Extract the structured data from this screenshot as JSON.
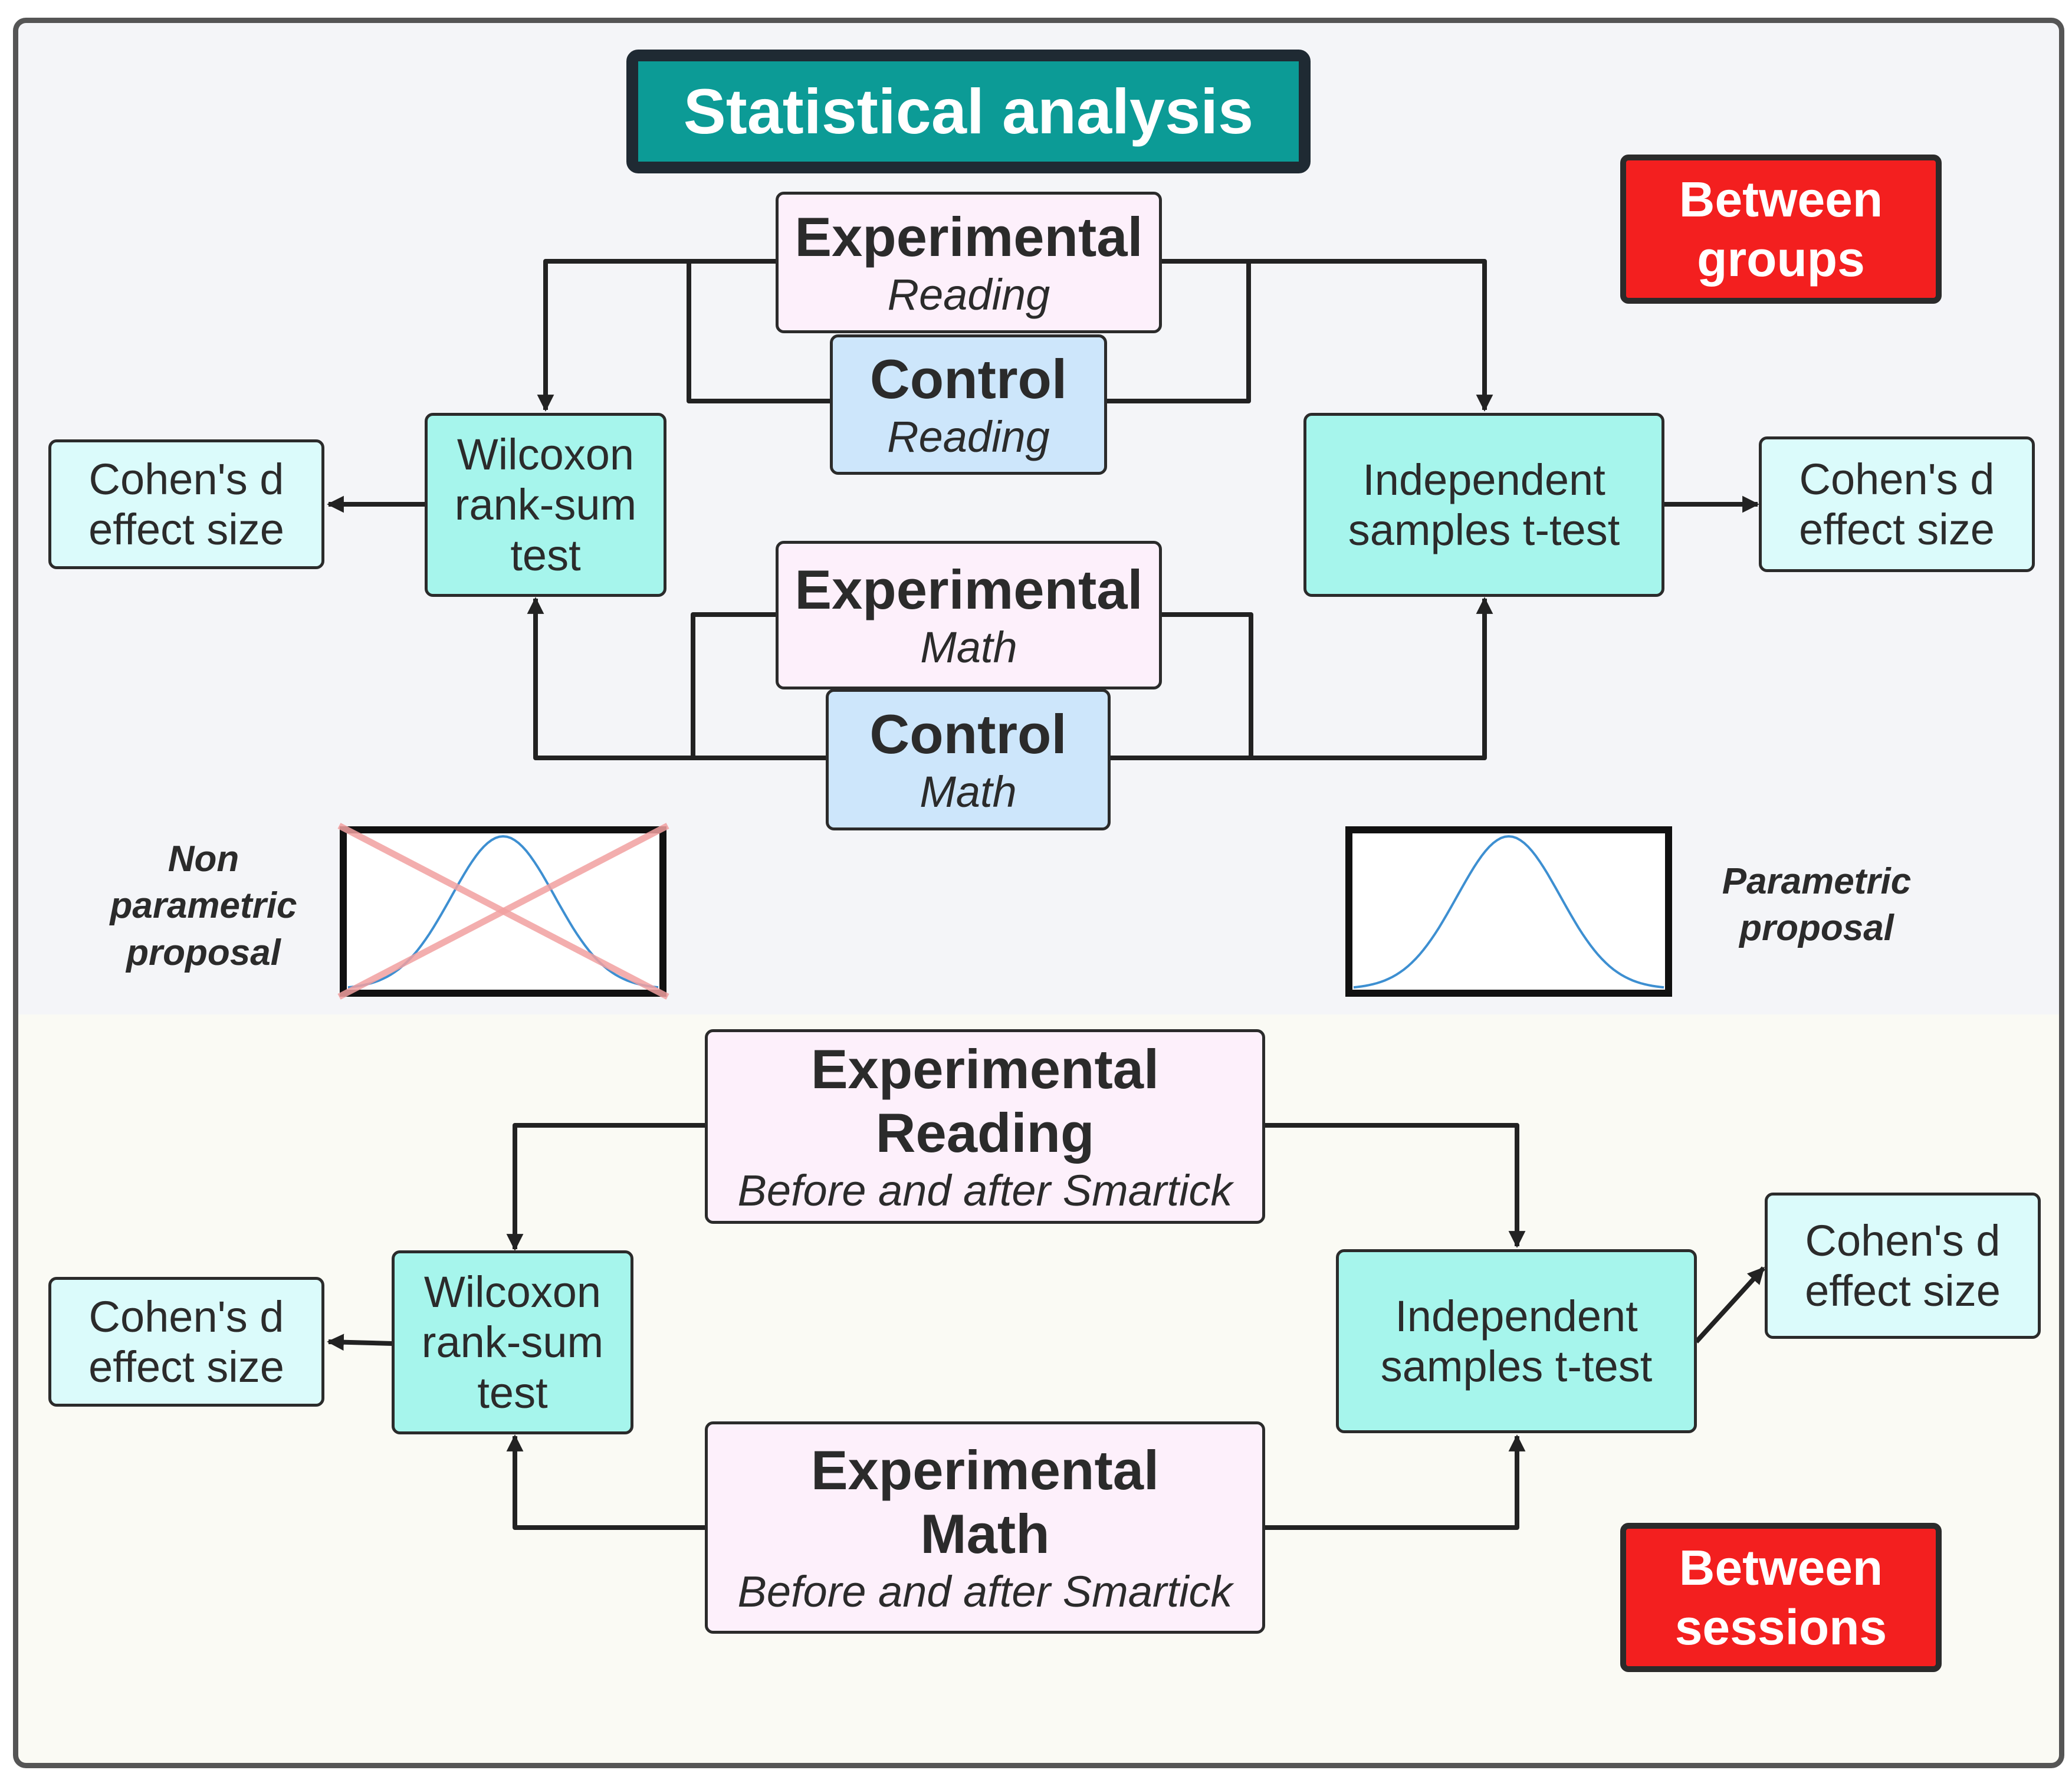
{
  "title": "Statistical analysis",
  "colors": {
    "title_fill": "#0c9b96",
    "badge_fill": "#f31f1f",
    "test_fill": "#a6f5ec",
    "effect_fill": "#dbfbfb",
    "experimental_fill": "#fdf0fb",
    "control_fill": "#cde6fb",
    "curve": "#3d8fd1",
    "cross": "#f2a0a0"
  },
  "between_groups": {
    "badge": [
      "Between",
      "groups"
    ],
    "exp_reading": {
      "title": "Experimental",
      "subtitle": "Reading"
    },
    "ctrl_reading": {
      "title": "Control",
      "subtitle": "Reading"
    },
    "exp_math": {
      "title": "Experimental",
      "subtitle": "Math"
    },
    "ctrl_math": {
      "title": "Control",
      "subtitle": "Math"
    },
    "wilcoxon": [
      "Wilcoxon",
      "rank-sum",
      "test"
    ],
    "ttest": [
      "Independent",
      "samples t-test"
    ],
    "effect_left": [
      "Cohen's d",
      "effect size"
    ],
    "effect_right": [
      "Cohen's d",
      "effect size"
    ],
    "nonparam_label": [
      "Non",
      "parametric",
      "proposal"
    ],
    "param_label": [
      "Parametric",
      "proposal"
    ]
  },
  "between_sessions": {
    "badge": [
      "Between",
      "sessions"
    ],
    "exp_reading": {
      "title1": "Experimental",
      "title2": "Reading",
      "subtitle": "Before and after Smartick"
    },
    "exp_math": {
      "title1": "Experimental",
      "title2": "Math",
      "subtitle": "Before and after Smartick"
    },
    "wilcoxon": [
      "Wilcoxon",
      "rank-sum",
      "test"
    ],
    "ttest": [
      "Independent",
      "samples t-test"
    ],
    "effect_left": [
      "Cohen's d",
      "effect size"
    ],
    "effect_right": [
      "Cohen's d",
      "effect size"
    ]
  }
}
